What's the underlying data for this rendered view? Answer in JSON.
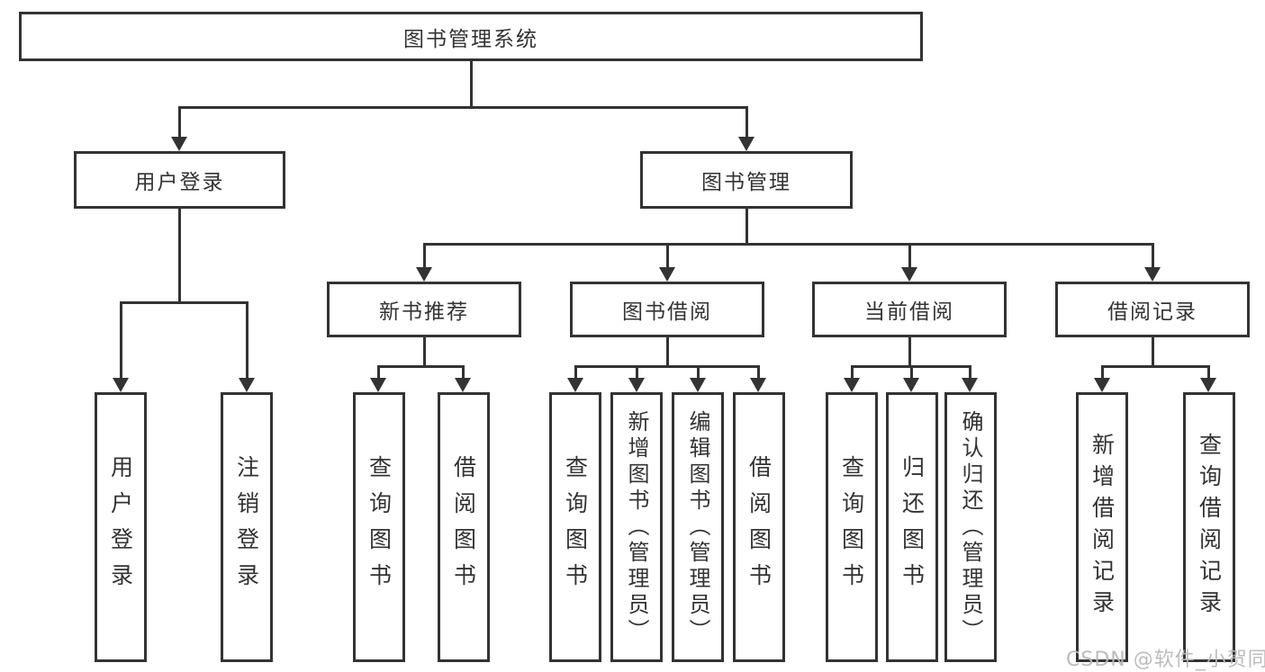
{
  "tree": {
    "root": "图书管理系统",
    "children": [
      {
        "label": "用户登录",
        "children": [
          "用户登录",
          "注销登录"
        ]
      },
      {
        "label": "图书管理",
        "children": [
          {
            "label": "新书推荐",
            "children": [
              "查询图书",
              "借阅图书"
            ]
          },
          {
            "label": "图书借阅",
            "children": [
              "查询图书",
              "新增图书（管理员）",
              "编辑图书（管理员）",
              "借阅图书"
            ]
          },
          {
            "label": "当前借阅",
            "children": [
              "查询图书",
              "归还图书",
              "确认归还（管理员）"
            ]
          },
          {
            "label": "借阅记录",
            "children": [
              "新增借阅记录",
              "查询借阅记录"
            ]
          }
        ]
      }
    ]
  },
  "watermark": "CSDN @软件_小贺同学",
  "colors": {
    "line": "#333333",
    "text": "#333333",
    "background": "#ffffff",
    "watermark": "#b8b8b8"
  }
}
